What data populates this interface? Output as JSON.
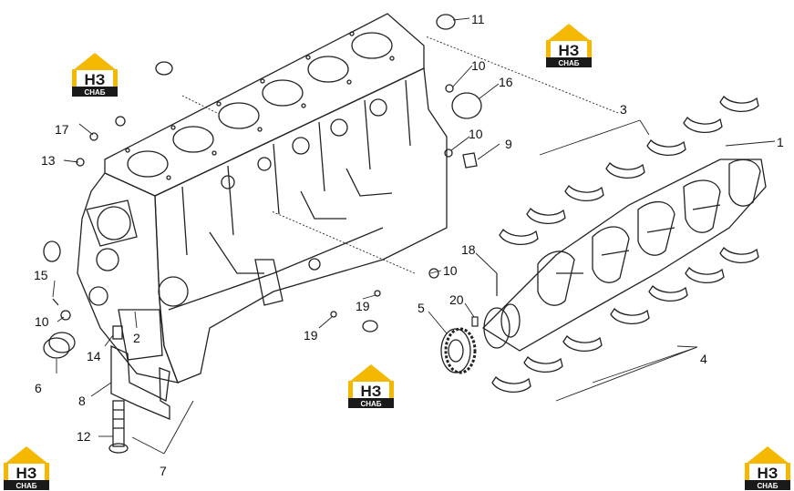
{
  "logo": {
    "letters": "НЗ",
    "caption": "СНАБ",
    "color_roof": "#f5b800",
    "color_dark": "#1a1a1a"
  },
  "callouts": {
    "c1": "1",
    "c2": "2",
    "c3": "3",
    "c4": "4",
    "c5": "5",
    "c6": "6",
    "c7": "7",
    "c8": "8",
    "c9": "9",
    "c10a": "10",
    "c10b": "10",
    "c10c": "10",
    "c10d": "10",
    "c11": "11",
    "c12": "12",
    "c13": "13",
    "c14": "14",
    "c15": "15",
    "c16": "16",
    "c17": "17",
    "c18": "18",
    "c19a": "19",
    "c19b": "19",
    "c20": "20"
  }
}
